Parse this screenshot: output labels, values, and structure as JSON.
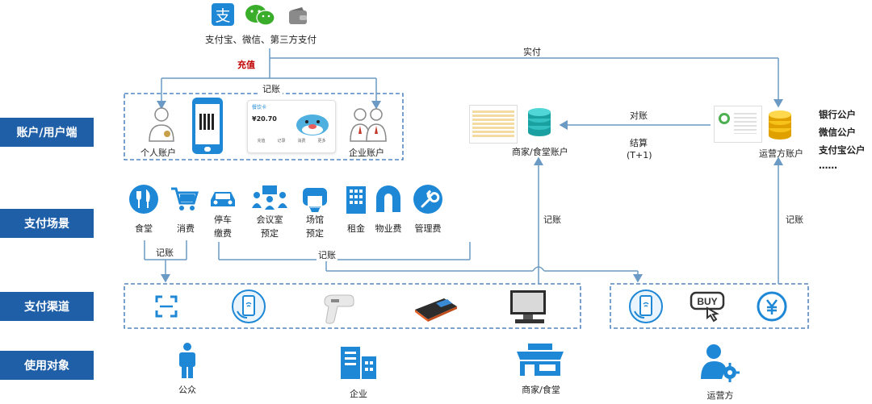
{
  "rows": {
    "account": "账户/用户端",
    "scene": "支付场景",
    "channel": "支付渠道",
    "users": "使用对象"
  },
  "top": {
    "sources_label": "支付宝、微信、第三方支付",
    "recharge": "充值",
    "realpay": "实付"
  },
  "account_box": {
    "bookkeeping": "记账",
    "personal": "个人账户",
    "enterprise": "企业账户",
    "card_title": "餐饮卡",
    "balance": "¥20.70",
    "card_menu": [
      "充值",
      "记录",
      "消费",
      "更多"
    ]
  },
  "merchant": {
    "label": "商家/食堂账户",
    "reconcile": "对账",
    "settle": "结算",
    "settle_period": "(T+1)"
  },
  "operator": {
    "label": "运营方账户",
    "accounts": [
      "银行公户",
      "微信公户",
      "支付宝公户",
      "……"
    ]
  },
  "bookkeeping_labels": {
    "merchant_up": "记账",
    "operator_up": "记账",
    "scene_left": "记账",
    "scene_right": "记账"
  },
  "scenes": [
    {
      "label": "食堂",
      "icon": "fork-knife-icon"
    },
    {
      "label": "消费",
      "icon": "shopping-cart-icon"
    },
    {
      "label": "停车\n缴费",
      "icon": "car-icon"
    },
    {
      "label": "会议室\n预定",
      "icon": "meeting-icon"
    },
    {
      "label": "场馆\n预定",
      "icon": "venue-icon"
    },
    {
      "label": "租金",
      "icon": "building-icon"
    },
    {
      "label": "物业费",
      "icon": "magnet-icon"
    },
    {
      "label": "管理费",
      "icon": "wrench-icon"
    }
  ],
  "users": [
    "公众",
    "企业",
    "商家/食堂",
    "运营方"
  ],
  "colors": {
    "accent": "#1e88d6",
    "label_bg": "#1f5fa8",
    "recharge": "#c00000",
    "line": "#6b9ac4"
  }
}
